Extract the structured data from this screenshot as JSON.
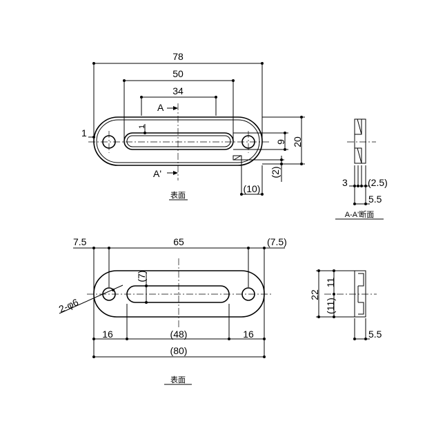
{
  "top_view": {
    "dims": {
      "overall": "78",
      "hole_pitch": "50",
      "slot_length": "34",
      "edge_offset": "1",
      "slot_width": "9",
      "height": "20",
      "chamfer_ref": "(2)",
      "notch_ref": "(10)"
    },
    "section_label_top": "A",
    "section_label_bottom": "A'",
    "caption": "表面"
  },
  "section_view": {
    "dims": {
      "left": "3",
      "right_ref": "(2.5)",
      "depth": "5.5"
    },
    "caption": "A-A'断面"
  },
  "bottom_view": {
    "dims": {
      "margin_left": "7.5",
      "hole_pitch": "65",
      "margin_right": "(7.5)",
      "slot_width_ref": "(7)",
      "holes": "2-φ6",
      "seg_left": "16",
      "slot_length_ref": "(48)",
      "seg_right": "16",
      "overall_ref": "(80)"
    },
    "caption": "表面"
  },
  "side_view": {
    "dims": {
      "height": "22",
      "upper": "11",
      "lower_ref": "(11)",
      "depth": "5.5"
    }
  }
}
